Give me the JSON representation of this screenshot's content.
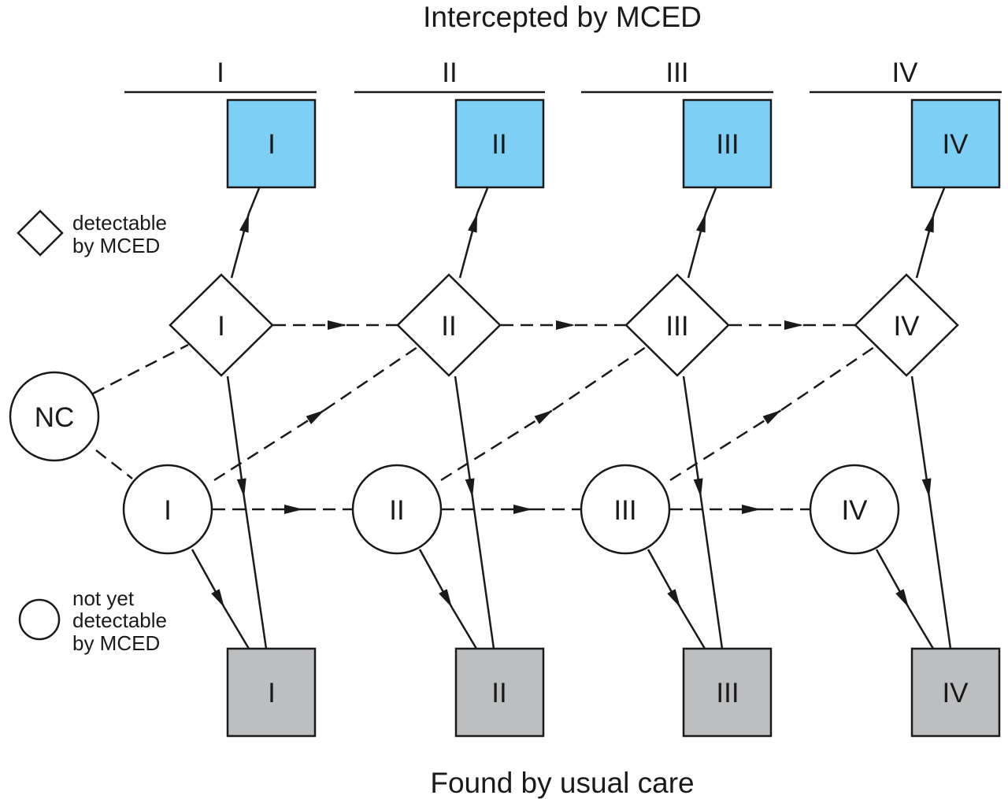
{
  "top_title": "Intercepted by MCED",
  "bottom_title": "Found by usual care",
  "stage_headers": [
    "I",
    "II",
    "III",
    "IV"
  ],
  "origin_node": "NC",
  "intercepted_boxes": [
    "I",
    "II",
    "III",
    "IV"
  ],
  "detectable_nodes": [
    "I",
    "II",
    "III",
    "IV"
  ],
  "preclinical_nodes": [
    "I",
    "II",
    "III",
    "IV"
  ],
  "usual_care_boxes": [
    "I",
    "II",
    "III",
    "IV"
  ],
  "legend": {
    "detectable": [
      "detectable",
      "by MCED"
    ],
    "not_detectable": [
      "not yet",
      "detectable",
      "by MCED"
    ]
  },
  "colors": {
    "intercepted_fill": "#7dcff5",
    "usual_care_fill": "#bcbec0",
    "stroke": "#1a1a1a"
  }
}
